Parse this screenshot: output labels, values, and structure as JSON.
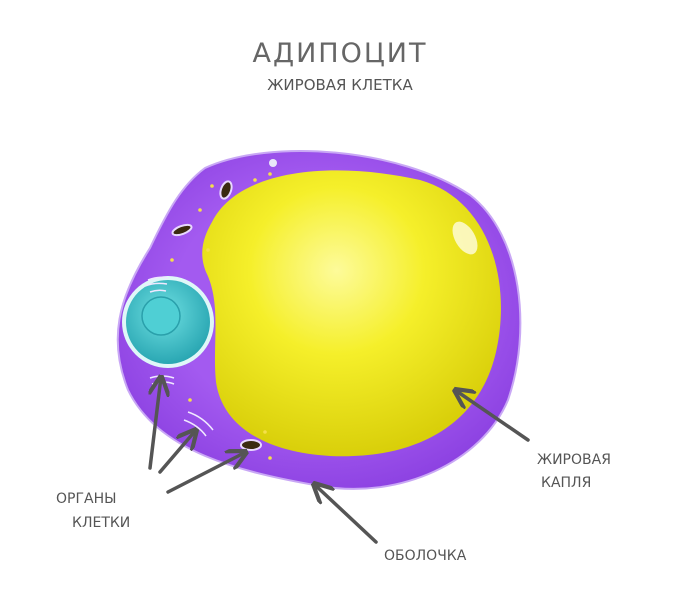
{
  "title": "АДИПОЦИТ",
  "subtitle": "ЖИРОВАЯ КЛЕТКА",
  "labels": {
    "organelles_line1": "ОРГАНЫ",
    "organelles_line2": "КЛЕТКИ",
    "droplet_line1": "ЖИРОВАЯ",
    "droplet_line2": "КАПЛЯ",
    "membrane": "ОБОЛОЧКА"
  },
  "colors": {
    "cytoplasm": "#9b4de8",
    "droplet": "#f2ec1a",
    "nucleus": "#3cc3c8",
    "arrow": "#555555"
  }
}
